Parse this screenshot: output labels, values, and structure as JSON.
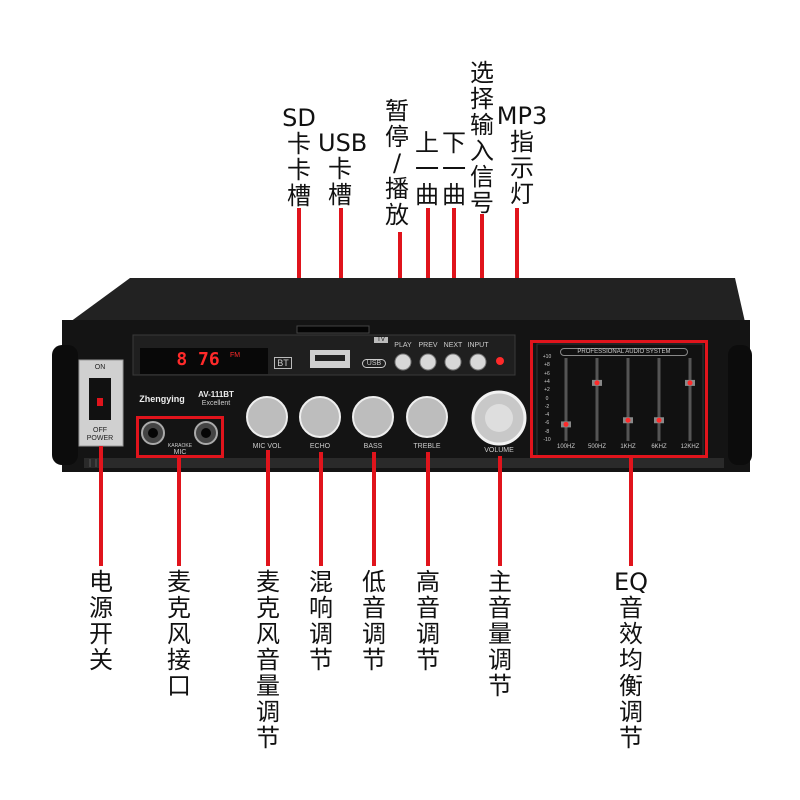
{
  "top_labels": [
    {
      "id": "sd",
      "lines": [
        "SD",
        "卡",
        "卡",
        "槽"
      ]
    },
    {
      "id": "usb",
      "lines": [
        "USB",
        "卡",
        "槽"
      ]
    },
    {
      "id": "play",
      "lines": [
        "暂",
        "停",
        "/",
        "播",
        "放"
      ]
    },
    {
      "id": "prev",
      "lines": [
        "上",
        "一",
        "曲"
      ]
    },
    {
      "id": "next",
      "lines": [
        "下",
        "一",
        "曲"
      ]
    },
    {
      "id": "input",
      "lines": [
        "选",
        "择",
        "输",
        "入",
        "信",
        "号"
      ]
    },
    {
      "id": "mp3",
      "lines": [
        "MP3",
        "指",
        "示",
        "灯"
      ]
    }
  ],
  "bottom_labels": [
    {
      "id": "power",
      "lines": [
        "电",
        "源",
        "开",
        "关"
      ]
    },
    {
      "id": "mic",
      "lines": [
        "麦",
        "克",
        "风",
        "接",
        "口"
      ]
    },
    {
      "id": "micvol",
      "lines": [
        "麦",
        "克",
        "风",
        "音",
        "量",
        "调",
        "节"
      ]
    },
    {
      "id": "echo",
      "lines": [
        "混",
        "响",
        "调",
        "节"
      ]
    },
    {
      "id": "bass",
      "lines": [
        "低",
        "音",
        "调",
        "节"
      ]
    },
    {
      "id": "treble",
      "lines": [
        "高",
        "音",
        "调",
        "节"
      ]
    },
    {
      "id": "volume",
      "lines": [
        "主",
        "音",
        "量",
        "调",
        "节"
      ]
    },
    {
      "id": "eq",
      "lines": [
        "EQ",
        "音",
        "效",
        "均",
        "衡",
        "调",
        "节"
      ]
    }
  ],
  "device": {
    "brand": "Zhengying",
    "model": "AV-111BT",
    "model_sub": "Excellent",
    "display": "8 76",
    "display_unit": "FM",
    "bt_badge": "BT",
    "tv_badge": "TV",
    "usb_badge": "USB",
    "buttons": [
      "PLAY",
      "PREV",
      "NEXT",
      "INPUT"
    ],
    "knobs": [
      "MIC VOL",
      "ECHO",
      "BASS",
      "TREBLE",
      "VOLUME"
    ],
    "power_on": "ON",
    "power_off": "OFF",
    "power_label": "POWER",
    "karaoke": "KARAOKE",
    "mic": "MIC",
    "eq_title": "PROFESSIONAL AUDIO SYSTEM",
    "eq_scale": [
      "+10",
      "+8",
      "+6",
      "+4",
      "+2",
      "0",
      "-2",
      "-4",
      "-6",
      "-8",
      "-10"
    ],
    "eq_bands": [
      "100HZ",
      "500HZ",
      "1KHZ",
      "6KHZ",
      "12KHZ"
    ],
    "eq_levels": [
      -6,
      4,
      -5,
      -5,
      4
    ]
  },
  "colors": {
    "accent": "#e0141c",
    "chassis": "#141414",
    "panel": "#1d1d1d"
  }
}
